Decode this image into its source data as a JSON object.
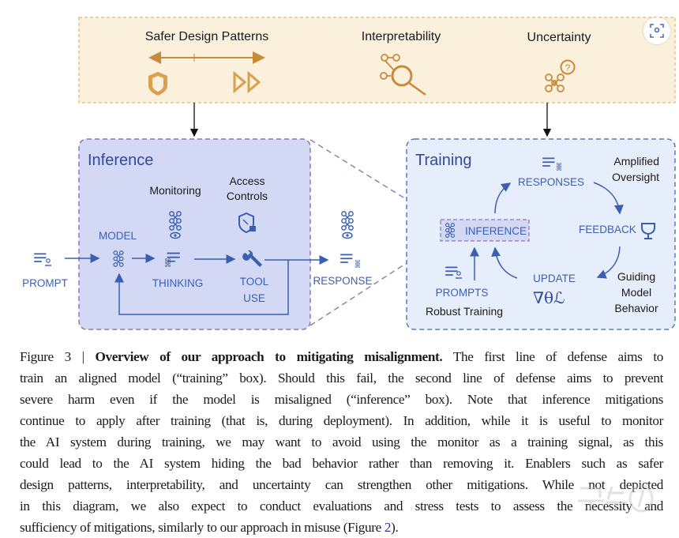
{
  "enablers": {
    "safer_design": "Safer Design Patterns",
    "interpretability": "Interpretability",
    "uncertainty": "Uncertainty"
  },
  "inference": {
    "title": "Inference",
    "monitoring": "Monitoring",
    "access_controls_1": "Access",
    "access_controls_2": "Controls",
    "model": "MODEL",
    "thinking": "THINKING",
    "tool_1": "TOOL",
    "tool_2": "USE",
    "prompt": "PROMPT",
    "response": "RESPONSE"
  },
  "training": {
    "title": "Training",
    "responses": "RESPONSES",
    "amplified_1": "Amplified",
    "amplified_2": "Oversight",
    "inference": "INFERENCE",
    "feedback": "FEEDBACK",
    "update": "UPDATE",
    "update_symbol": "∇θℒ",
    "guiding_1": "Guiding",
    "guiding_2": "Model",
    "guiding_3": "Behavior",
    "prompts": "PROMPTS",
    "robust": "Robust Training"
  },
  "caption": {
    "prefix": "Figure 3 | ",
    "bold": "Overview of our approach to mitigating misalignment.",
    "line1_rest": " The first line of defense aims to",
    "lines": [
      "train an aligned model (“training” box). Should this fail, the second line of defense aims to prevent",
      "severe harm even if the model is misaligned (“inference” box).  Note that inference mitigations",
      "continue to apply after training (that is, during deployment). In addition, while it is useful to monitor",
      "the AI system during training, we may want to avoid using the monitor as a training signal, as this",
      "could lead to the AI system hiding the bad behavior rather than removing it. Enablers such as safer",
      "design patterns, interpretability, and uncertainty can strengthen other mitigations. While not depicted",
      "in this diagram, we also expect to conduct evaluations and stress tests to assess the necessity and"
    ],
    "last_line": "sufficiency of mitigations, similarly to our approach in misuse (Figure ",
    "link": "2",
    "last_end": ")."
  },
  "watermark": "뉴스1",
  "colors": {
    "enabler_fill": "#fbf0dc",
    "enabler_stroke": "#d9a85a",
    "inference_fill": "#d3d9f5",
    "training_fill": "#e7eefb",
    "blue": "#3b5fb0"
  }
}
